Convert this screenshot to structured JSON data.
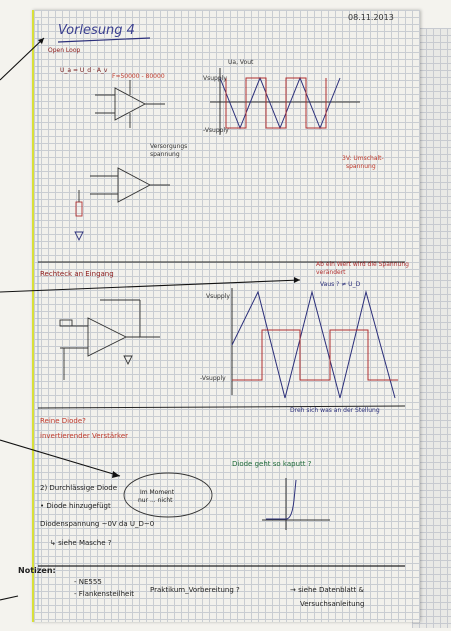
{
  "notebook": {
    "date": "08.11.2013",
    "title": "Vorlesung 4",
    "notes_label": "Notizen:"
  }
}
